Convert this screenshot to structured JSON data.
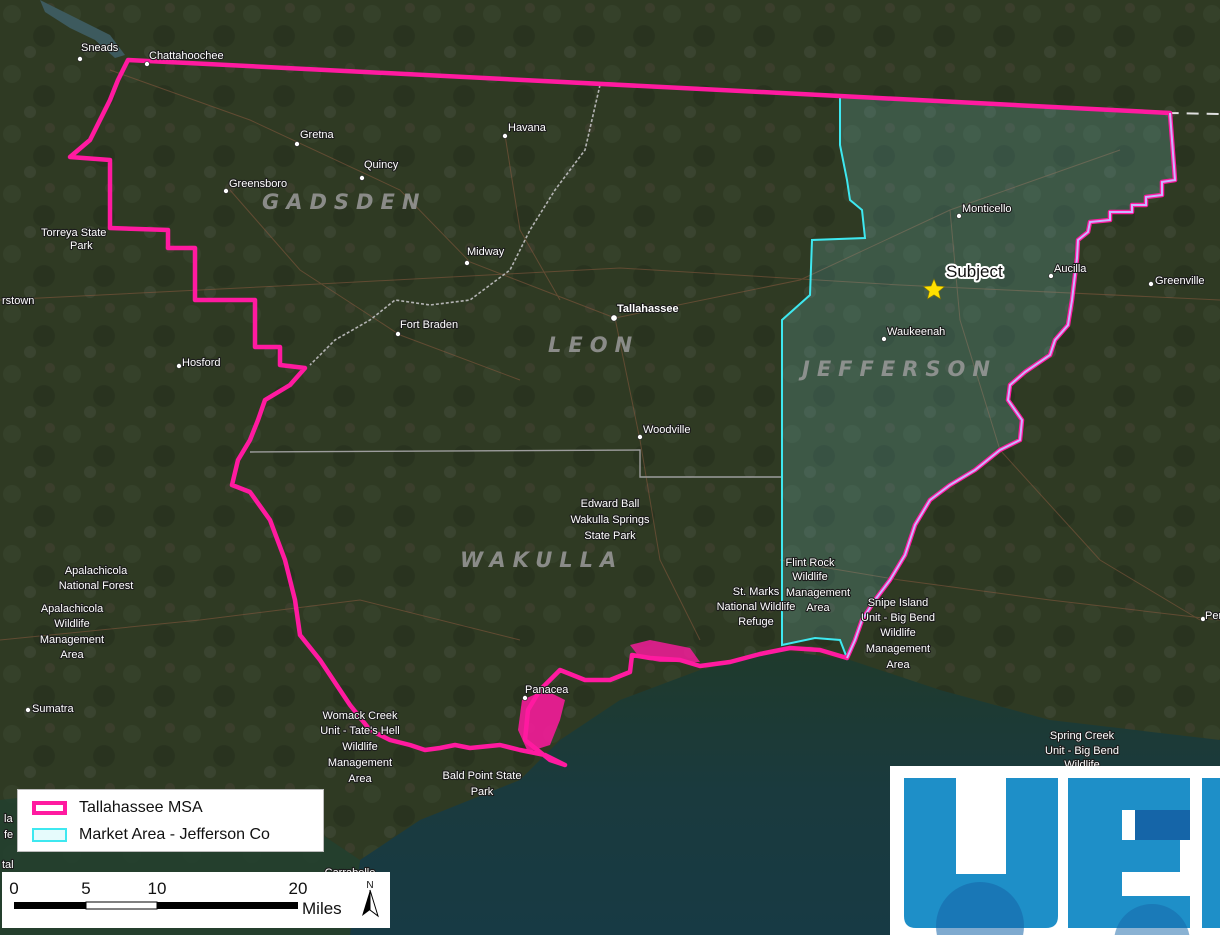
{
  "map": {
    "county_labels": {
      "gadsden": "GADSDEN",
      "leon": "LEON",
      "jefferson": "JEFFERSON",
      "wakulla": "WAKULLA"
    },
    "places": {
      "sneads": "Sneads",
      "chattahoochee": "Chattahoochee",
      "gretna": "Gretna",
      "havana": "Havana",
      "quincy": "Quincy",
      "greensboro": "Greensboro",
      "torreya_1": "Torreya State",
      "torreya_2": "Park",
      "midway": "Midway",
      "monticello": "Monticello",
      "aucilla": "Aucilla",
      "greenville": "Greenville",
      "tallahassee": "Tallahassee",
      "bristol": "rstown",
      "fort_braden": "Fort Braden",
      "hosford": "Hosford",
      "waukeenah": "Waukeenah",
      "woodville": "Woodville",
      "edward_ball_1": "Edward Ball",
      "edward_ball_2": "Wakulla Springs",
      "edward_ball_3": "State Park",
      "apalachicola_nf_1": "Apalachicola",
      "apalachicola_nf_2": "National Forest",
      "apalachicola_wma_1": "Apalachicola",
      "apalachicola_wma_2": "Wildlife",
      "apalachicola_wma_3": "Management",
      "apalachicola_wma_4": "Area",
      "flint_rock_1": "Flint Rock",
      "flint_rock_2": "Wildlife",
      "flint_rock_3": "Management",
      "flint_rock_4": "Area",
      "st_marks_1": "St. Marks",
      "st_marks_2": "National Wildlife",
      "st_marks_3": "Refuge",
      "snipe_1": "Snipe Island",
      "snipe_2": "Unit - Big Bend",
      "snipe_3": "Wildlife",
      "snipe_4": "Management",
      "snipe_5": "Area",
      "sumatra": "Sumatra",
      "panacea": "Panacea",
      "womack_1": "Womack Creek",
      "womack_2": "Unit - Tate's Hell",
      "womack_3": "Wildlife",
      "womack_4": "Management",
      "womack_5": "Area",
      "bald_point_1": "Bald Point State",
      "bald_point_2": "Park",
      "spring_creek_1": "Spring Creek",
      "spring_creek_2": "Unit - Big Bend",
      "spring_creek_3": "Wildlife",
      "carrabelle": "Carrabelle",
      "perry": "Per",
      "edge_la": "la",
      "edge_fe": "fe",
      "edge_tal": "tal"
    },
    "subject": {
      "label": "Subject",
      "color": "#ffe000"
    }
  },
  "legend": {
    "items": [
      {
        "label": "Tallahassee MSA",
        "color": "#ff1aa0"
      },
      {
        "label": "Market Area - Jefferson Co",
        "color": "#3ee8f0"
      }
    ]
  },
  "scale_bar": {
    "ticks": [
      "0",
      "5",
      "10",
      "20"
    ],
    "unit": "Miles",
    "north": "N"
  },
  "colors": {
    "msa_boundary": "#ff1aa0",
    "market_area": "#3ee8f0",
    "logo_blue": "#1e8fc8",
    "logo_dark": "#1565a8"
  }
}
